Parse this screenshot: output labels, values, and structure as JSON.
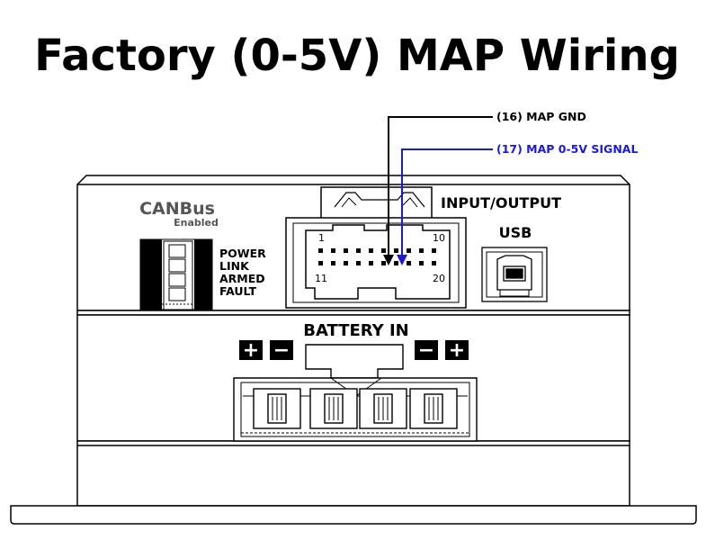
{
  "title": "Factory (0-5V) MAP Wiring",
  "wires": {
    "gnd_label": "(16) MAP GND",
    "signal_label": "(17) MAP 0-5V SIGNAL",
    "gnd_color": "#000000",
    "signal_color": "#1a1adb"
  },
  "device": {
    "canbus_label": "CANBus",
    "canbus_sub": "Enabled",
    "leds": [
      "POWER",
      "LINK",
      "ARMED",
      "FAULT"
    ],
    "io_label": "INPUT/OUTPUT",
    "usb_label": "USB",
    "connector_pins": {
      "top_left": "1",
      "top_right": "10",
      "bottom_left": "11",
      "bottom_right": "20"
    },
    "battery_label": "BATTERY IN",
    "polarity_left": [
      "+",
      "−"
    ],
    "polarity_right": [
      "−",
      "+"
    ]
  }
}
